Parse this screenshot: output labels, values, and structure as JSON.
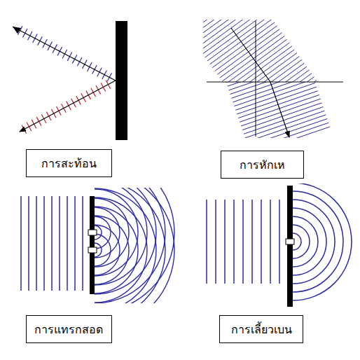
{
  "diagram": {
    "nodes": [
      {
        "text": [
          "การสะท้อน"
        ]
      },
      {
        "text": [
          "การหักเห"
        ]
      },
      {
        "text": [
          "การแทรกสอด"
        ]
      },
      {
        "text": [
          "การเลี้ยวเบน"
        ]
      }
    ]
  }
}
